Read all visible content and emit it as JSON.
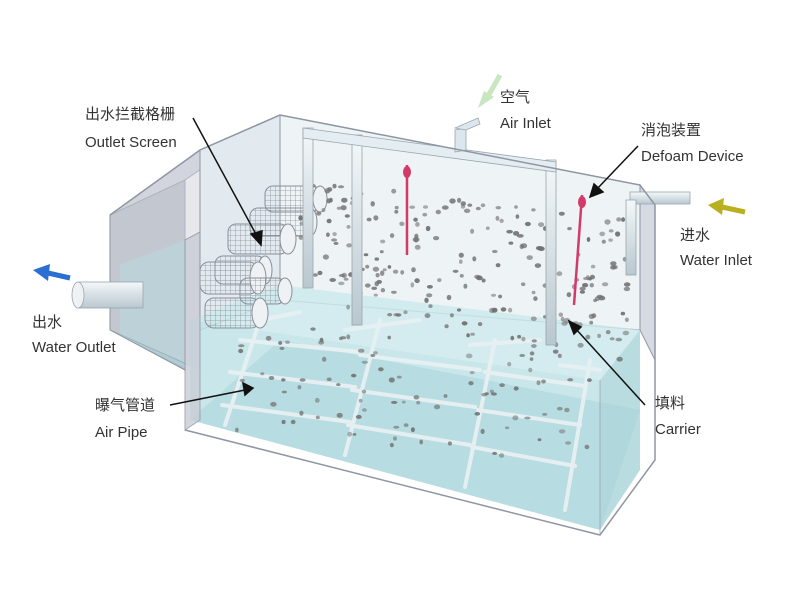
{
  "labels": {
    "outlet_screen": {
      "zh": "出水拦截格栅",
      "en": "Outlet Screen"
    },
    "air_inlet": {
      "zh": "空气",
      "en": "Air Inlet"
    },
    "defoam_device": {
      "zh": "消泡装置",
      "en": "Defoam Device"
    },
    "water_inlet": {
      "zh": "进水",
      "en": "Water Inlet"
    },
    "water_outlet": {
      "zh": "出水",
      "en": "Water Outlet"
    },
    "air_pipe": {
      "zh": "曝气管道",
      "en": "Air Pipe"
    },
    "carrier": {
      "zh": "填料",
      "en": "Carrier"
    }
  },
  "colors": {
    "water": "#bfe3e6",
    "tank_wall": "#c9ccd6",
    "tank_edge": "#8f95a3",
    "pipe": "#dfeaf0",
    "defoam": "#d23a6a",
    "outlet_arrow": "#2a6fd1",
    "inlet_arrow": "#b8b020",
    "air_arrow": "#c8e6c0",
    "carrier": "#707070",
    "leader": "#111111"
  }
}
